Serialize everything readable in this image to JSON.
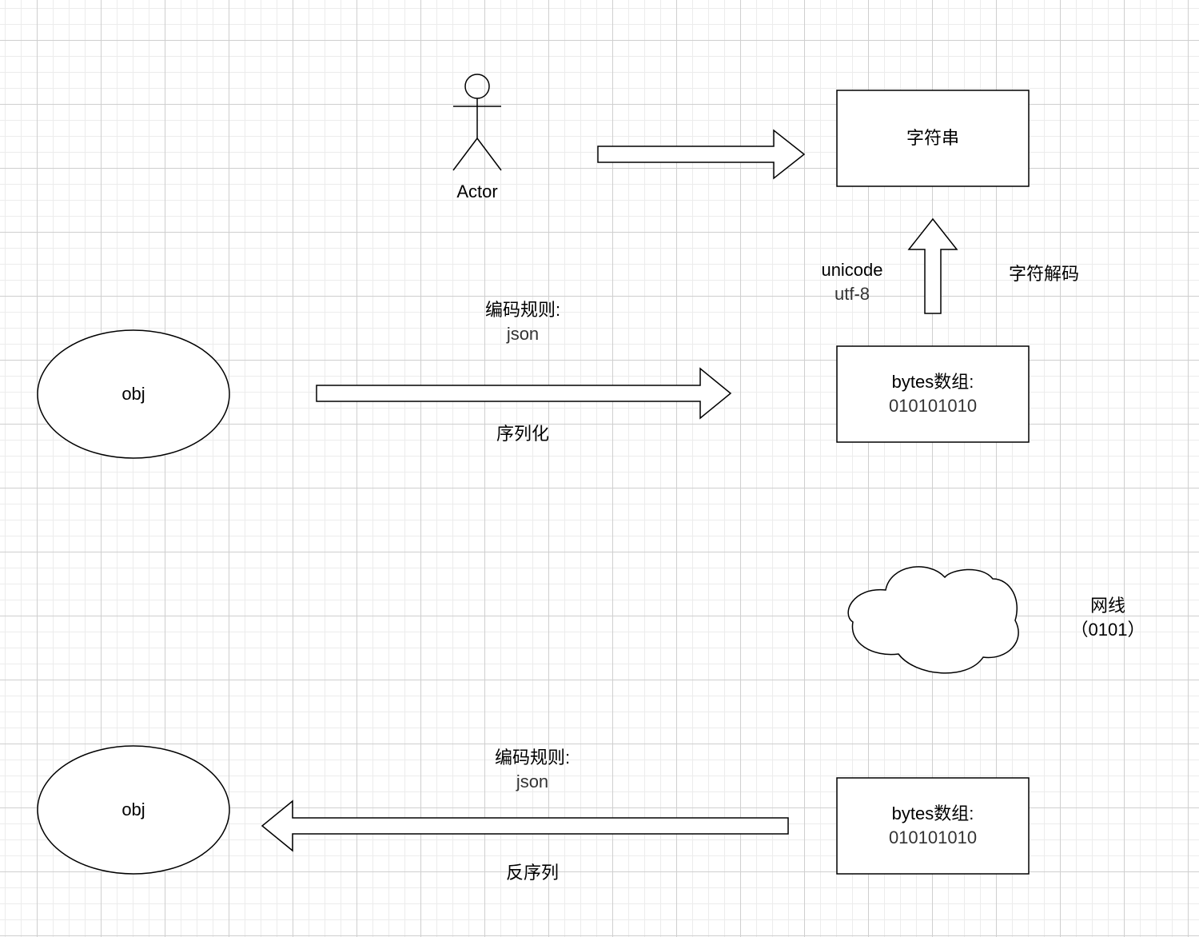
{
  "actor": {
    "label": "Actor"
  },
  "string_box": {
    "label": "字符串"
  },
  "bytes_box_top": {
    "line1": "bytes数组:",
    "line2": "010101010"
  },
  "bytes_box_bottom": {
    "line1": "bytes数组:",
    "line2": "010101010"
  },
  "obj_top": {
    "label": "obj"
  },
  "obj_bottom": {
    "label": "obj"
  },
  "decode_arrow": {
    "encoding_line1": "unicode",
    "encoding_line2": "utf-8",
    "label": "字符解码"
  },
  "serialize_arrow": {
    "rule_line1": "编码规则:",
    "rule_line2": "json",
    "label": "序列化"
  },
  "deserialize_arrow": {
    "rule_line1": "编码规则:",
    "rule_line2": "json",
    "label": "反序列"
  },
  "network": {
    "line1": "网线",
    "line2": "（0101）"
  },
  "colors": {
    "stroke": "#000000",
    "fill": "#ffffff",
    "grid": "#cfcfcf"
  }
}
